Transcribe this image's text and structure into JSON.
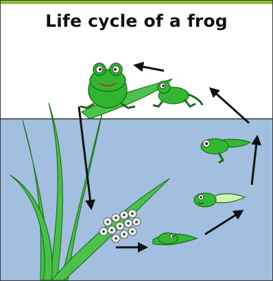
{
  "title": "Life cycle of a frog",
  "colors": {
    "water": "#a3bfdf",
    "frog_green": "#2fb52f",
    "frog_dark": "#1a7a1a",
    "leaf_green": "#3ec13e",
    "accent_bar": "#8fbf3a",
    "arrow": "#111111"
  },
  "stages": [
    "frogspawn",
    "tadpole",
    "tadpole-with-legs",
    "froglet",
    "young-frog",
    "adult-frog"
  ]
}
